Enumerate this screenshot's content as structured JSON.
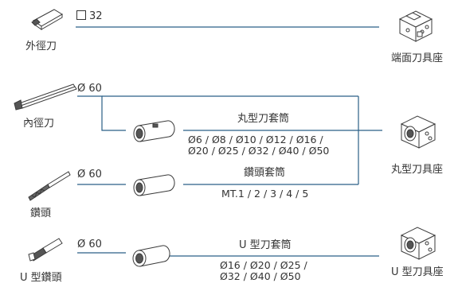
{
  "tools": {
    "external_label": "外徑刀",
    "internal_label": "內徑刀",
    "drill_label": "鑽頭",
    "u_drill_label": "U 型鑽頭"
  },
  "specs": {
    "external_spec": "32",
    "internal_spec": "Ø 60",
    "drill_spec": "Ø 60",
    "u_drill_spec": "Ø 60"
  },
  "sleeves": {
    "round_title": "丸型刀套筒",
    "round_sizes_line1": "Ø6 / Ø8 / Ø10 / Ø12 / Ø16 /",
    "round_sizes_line2": "Ø20 / Ø25 / Ø32 / Ø40 / Ø50",
    "drill_title": "鑽頭套筒",
    "drill_sizes": "MT.1 / 2 / 3 / 4 / 5",
    "u_title": "U 型刀套筒",
    "u_sizes_line1": "Ø16 / Ø20 / Ø25 /",
    "u_sizes_line2": "Ø32 / Ø40 / Ø50"
  },
  "holders": {
    "face_label": "端面刀具座",
    "round_label": "丸型刀具座",
    "u_label": "U 型刀具座"
  },
  "colors": {
    "line": "#2a5f86",
    "icon_stroke": "#3a3a3a",
    "text": "#333333"
  }
}
